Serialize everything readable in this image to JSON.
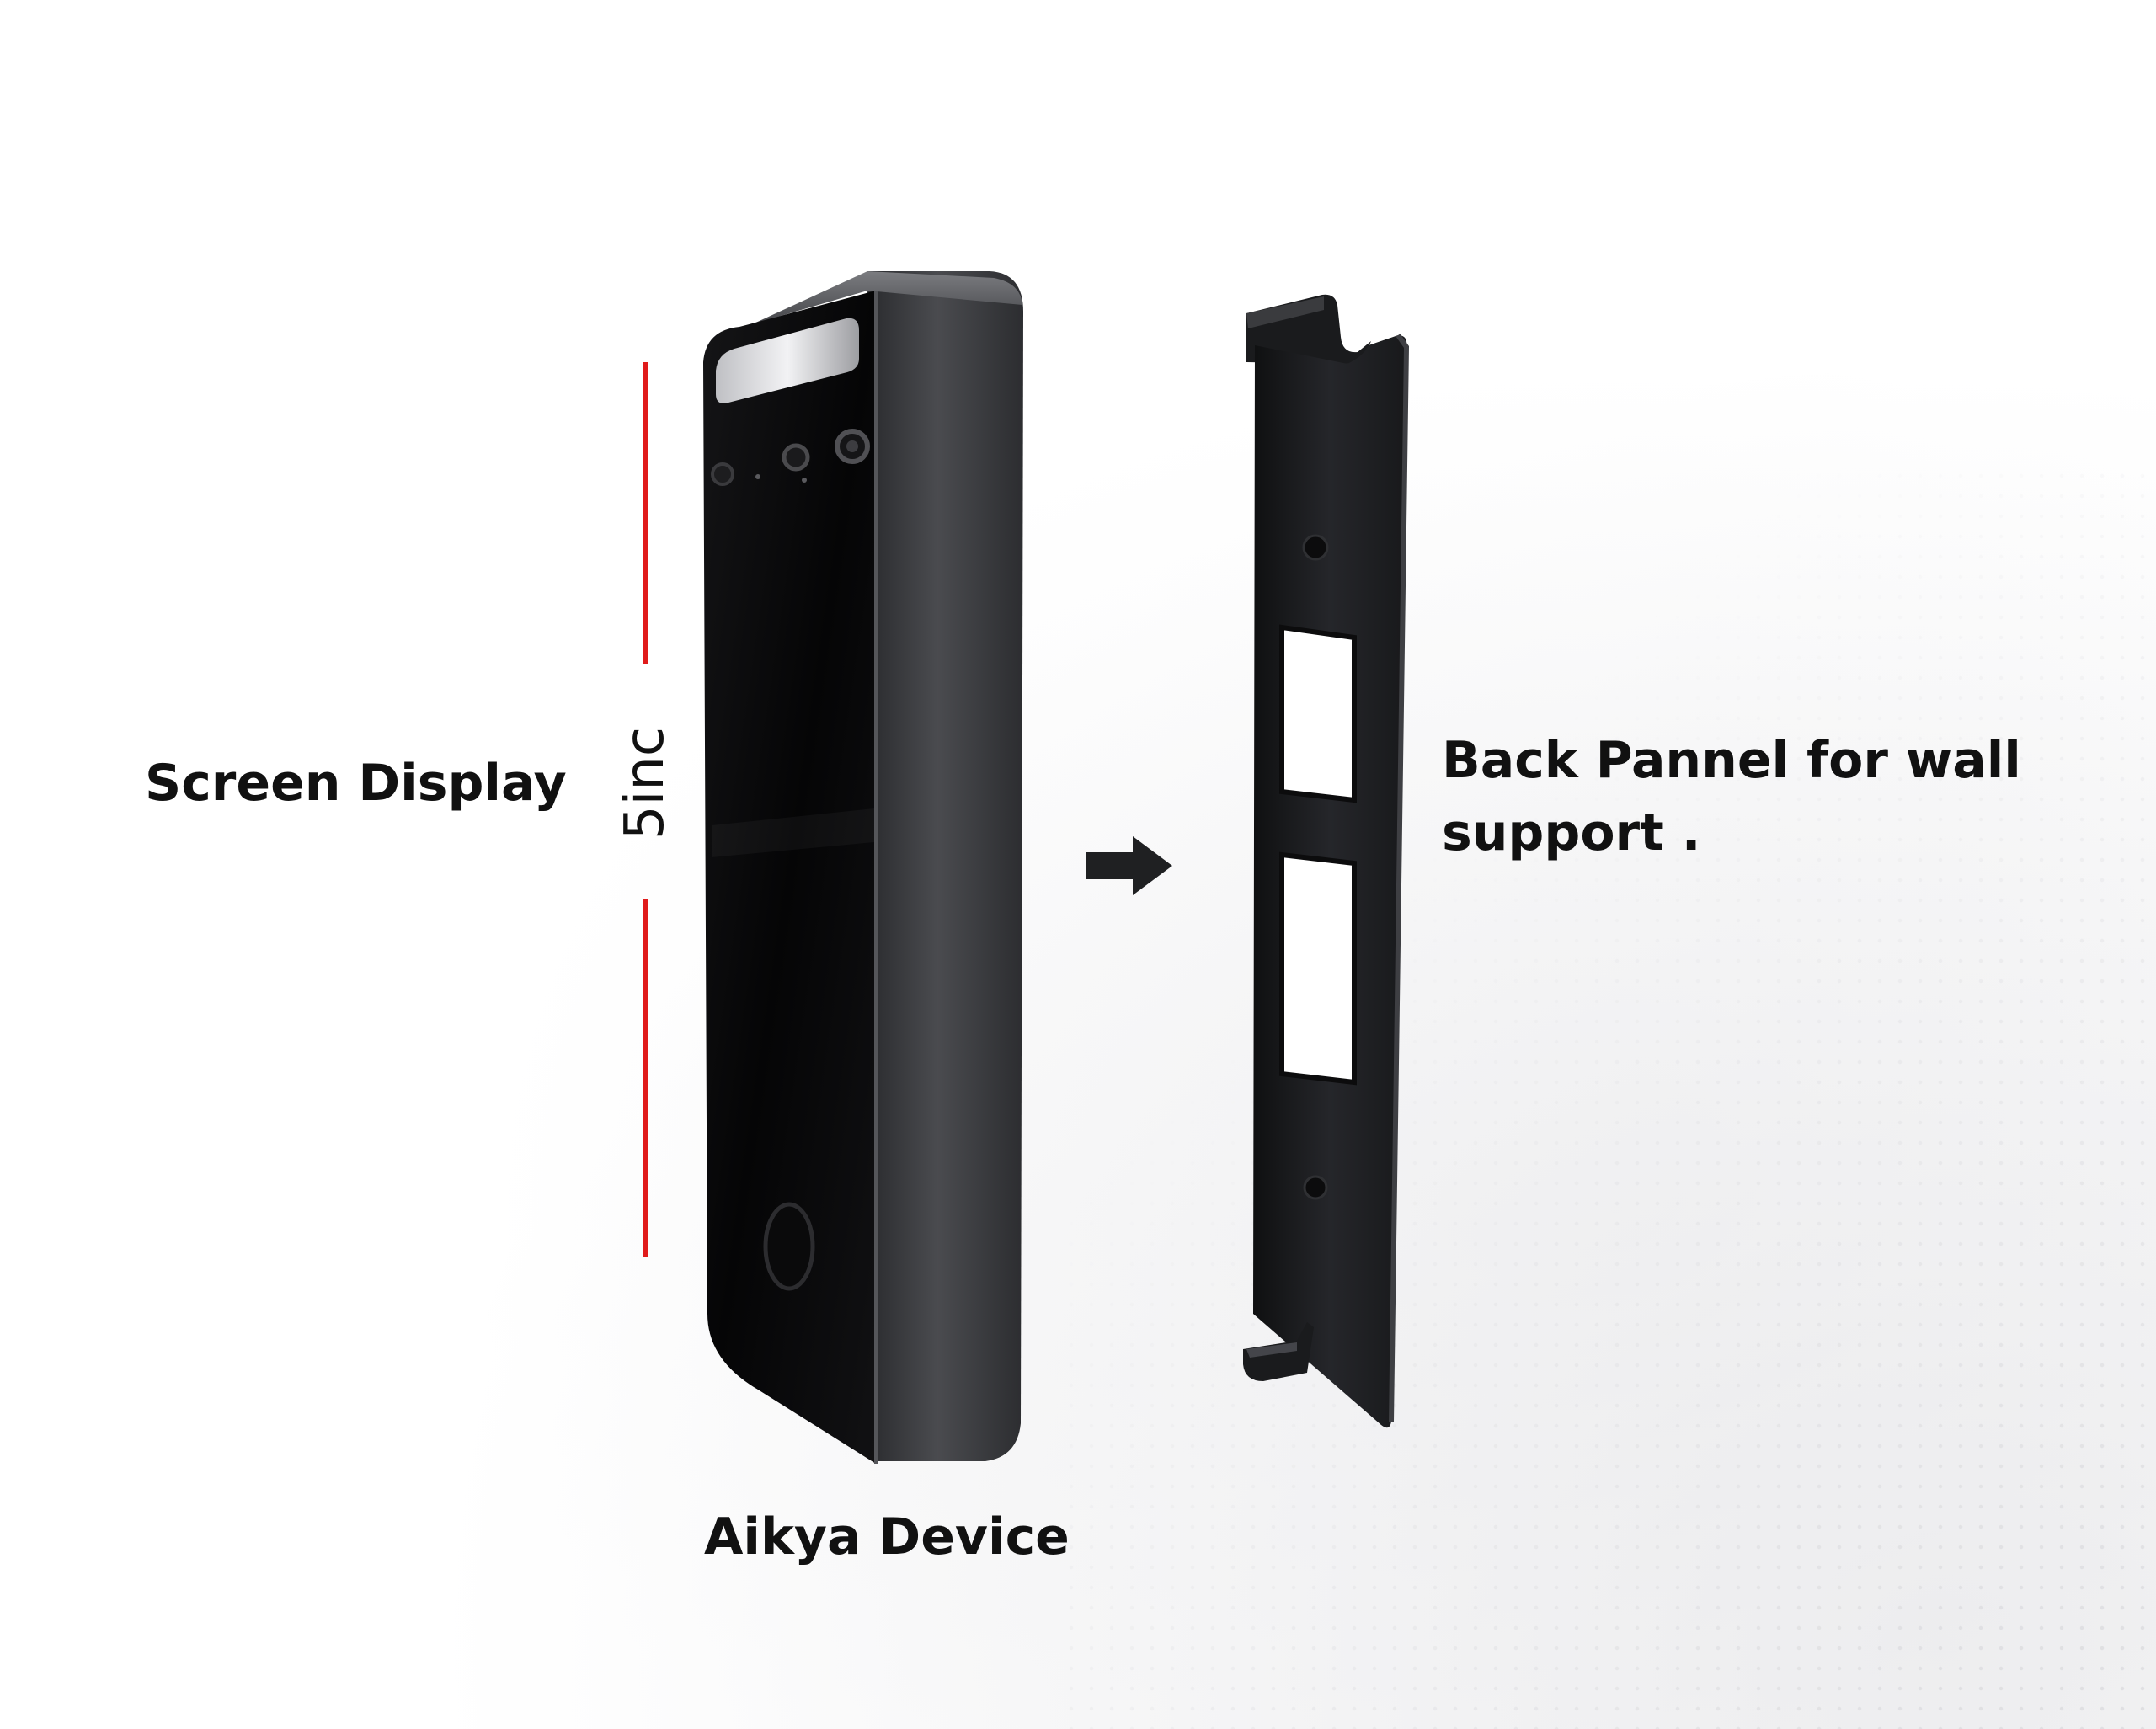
{
  "labels": {
    "screen_display": "Screen Display",
    "dimension": "5inc",
    "device": "Aikya Device",
    "back_panel_line1": "Back Pannel for wall",
    "back_panel_line2": "support ."
  },
  "colors": {
    "dimension_line": "#e01b1b",
    "device_body": "#0b0b0c",
    "device_frame": "#3a3b3e",
    "panel": "#1b1c1e",
    "text": "#111111"
  },
  "icons": {
    "arrow": "arrow-right-icon",
    "device": "device-illustration",
    "panel": "back-panel-illustration"
  }
}
